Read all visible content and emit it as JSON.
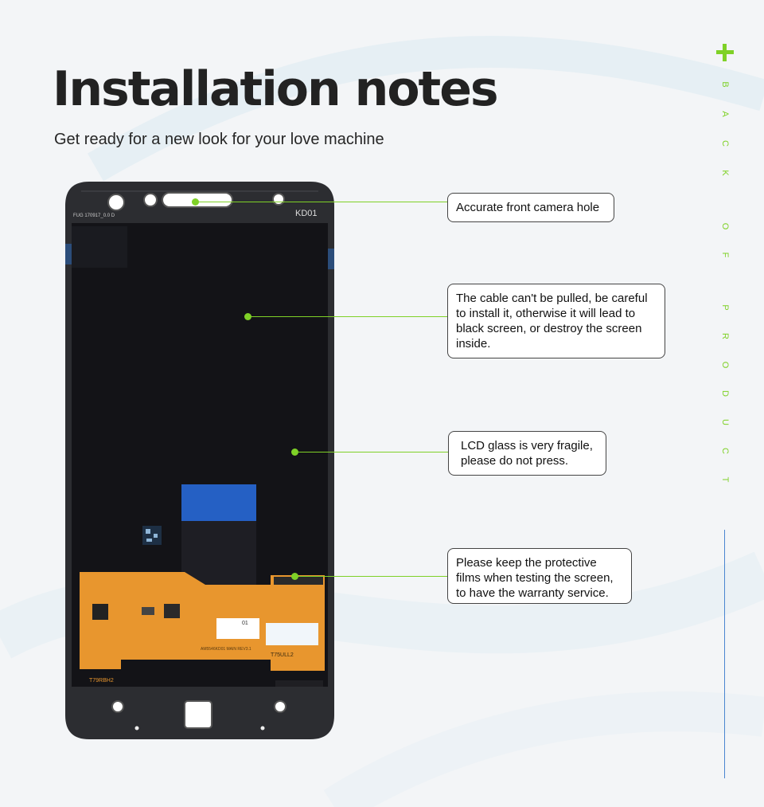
{
  "header": {
    "title": "Installation notes",
    "subtitle": "Get ready for a new look for your love machine"
  },
  "side": {
    "letters": [
      "B",
      "A",
      "C",
      "K",
      "",
      "O",
      "F",
      "",
      "P",
      "R",
      "O",
      "D",
      "U",
      "C",
      "T"
    ]
  },
  "phone": {
    "top_label": "FUG 170917_0.0 D",
    "model": "KD01",
    "chip_label": "AM5546KD01 MAIN REV3.1",
    "flex_label": "T75ULL2",
    "corner_label": "T79RBH2",
    "sticker_label": "01"
  },
  "callouts": [
    {
      "text": "Accurate front camera hole"
    },
    {
      "text": "The cable can't be pulled, be careful\nto install it, otherwise it will lead to\nblack screen, or destroy the screen\ninside."
    },
    {
      "text": "LCD glass is very fragile,\nplease do not press."
    },
    {
      "text": "Please keep the protective\nfilms when testing the screen,\nto have the warranty service."
    }
  ],
  "colors": {
    "accent": "#7fd127",
    "line": "#4a86d0",
    "bezel": "#2c2d31",
    "panel": "#131317",
    "flex": "#e8962e"
  }
}
